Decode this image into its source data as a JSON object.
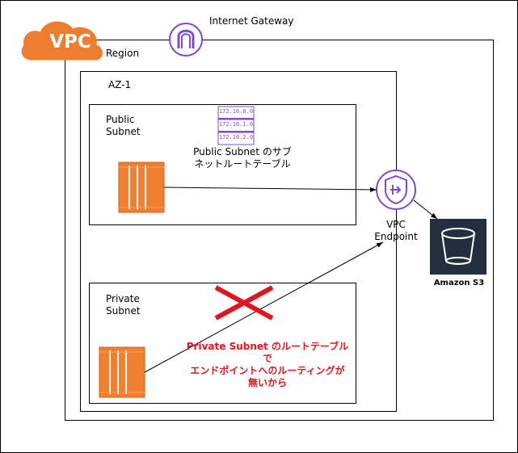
{
  "diagram": {
    "vpc_badge": "VPC",
    "internet_gateway_label": "Internet Gateway",
    "region_label": "Region",
    "az_label": "AZ-1",
    "public_subnet_label": "Public\nSubnet",
    "private_subnet_label": "Private\nSubnet",
    "route_table_entries": [
      "172.16.0.0",
      "172.16.1.0",
      "172.16.2.0"
    ],
    "public_route_table_label": "Public Subnet のサブ\nネットルートテーブル",
    "vpc_endpoint_label": "VPC\nEndpoint",
    "s3_label": "Amazon S3",
    "private_note": "Private Subnet のルートテーブルで\nエンドポイントへのルーティングが\n無いから"
  },
  "colors": {
    "vpc_orange": "#ef7d2f",
    "aws_purple": "#7b4bd6",
    "s3_dark": "#232f3e",
    "red": "#e0151d",
    "black": "#000000"
  },
  "icons": {
    "vpc": "vpc-cloud-icon",
    "internet_gateway": "internet-gateway-icon",
    "route_table": "route-table-icon",
    "ec2": "ec2-instance-icon",
    "vpc_endpoint": "vpc-endpoint-icon",
    "s3": "s3-bucket-icon",
    "blocked": "blocked-x-icon"
  }
}
